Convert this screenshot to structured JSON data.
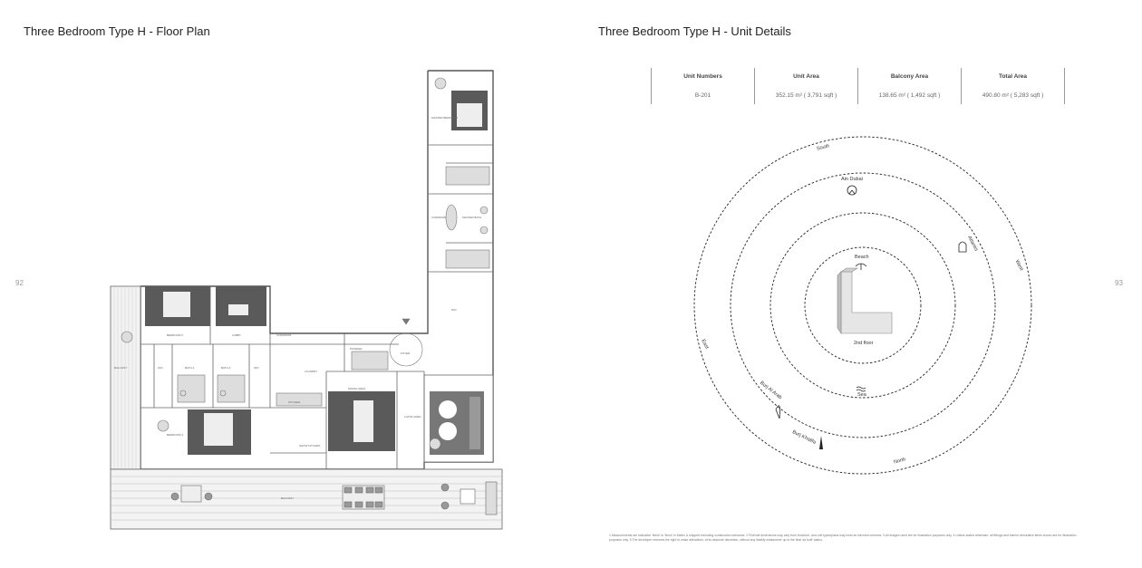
{
  "left_page": {
    "title": "Three Bedroom Type H - Floor Plan",
    "page_number": "92",
    "rooms": {
      "master_bedroom": "MASTER BEDROOM",
      "master_bath": "MASTER BATH",
      "corridor_right": "CORRIDOR",
      "wic_right": "W/C",
      "powder": "POWDER",
      "foyer": "FOYER",
      "bedroom2": "BEDROOM 2",
      "lobby": "LOBBY",
      "corridor": "CORRIDOR",
      "balcony_left": "BALCONY",
      "wic1": "W/C",
      "bath2": "BATH 2",
      "bath3": "BATH 3",
      "wic2": "W/C",
      "laundry": "LAUNDRY",
      "dining": "DINING AREA",
      "kitchen": "KITCHEN",
      "living": "LIVING AREA",
      "show_kitchen": "SHOW KITCHEN",
      "bedroom3": "BEDROOM 3",
      "balcony_bottom": "BALCONY"
    }
  },
  "right_page": {
    "title": "Three Bedroom Type H - Unit Details",
    "page_number": "93",
    "table": {
      "headers": [
        "Unit Numbers",
        "Unit Area",
        "Balcony Area",
        "Total Area"
      ],
      "values": [
        "B-201",
        "352.15 m² ( 3,791 sqft )",
        "138.65 m² ( 1,492 sqft )",
        "490.80 m² ( 5,283 sqft )"
      ]
    },
    "compass": {
      "south": "South",
      "west": "West",
      "north": "North",
      "east": "East",
      "ain_dubai": "Ain Dubai",
      "atlantis": "Atlantis",
      "beach": "Beach",
      "sea": "Sea",
      "burj_al_arab": "Burj Al Arab",
      "burj_khalifa": "Burj Khalifa",
      "floor": "2nd floor"
    },
    "footnote": "1.Measurements are indicative 'finish' to 'finish' in Metric & shipped excluding construction tolerance. 2.Plot/unit dimensions may vary from brochure, and unit types/plans may exist as mirrored versions. 3.All images used are for illustration purposes only. 4.Unless stated otherwise, all fittings and interior decorative items shown are for illustration purposes only. 5.The developer reserves the right to make alterations, at its absolute discretion, without any liability whatsoever up to the final 'as built' status."
  }
}
